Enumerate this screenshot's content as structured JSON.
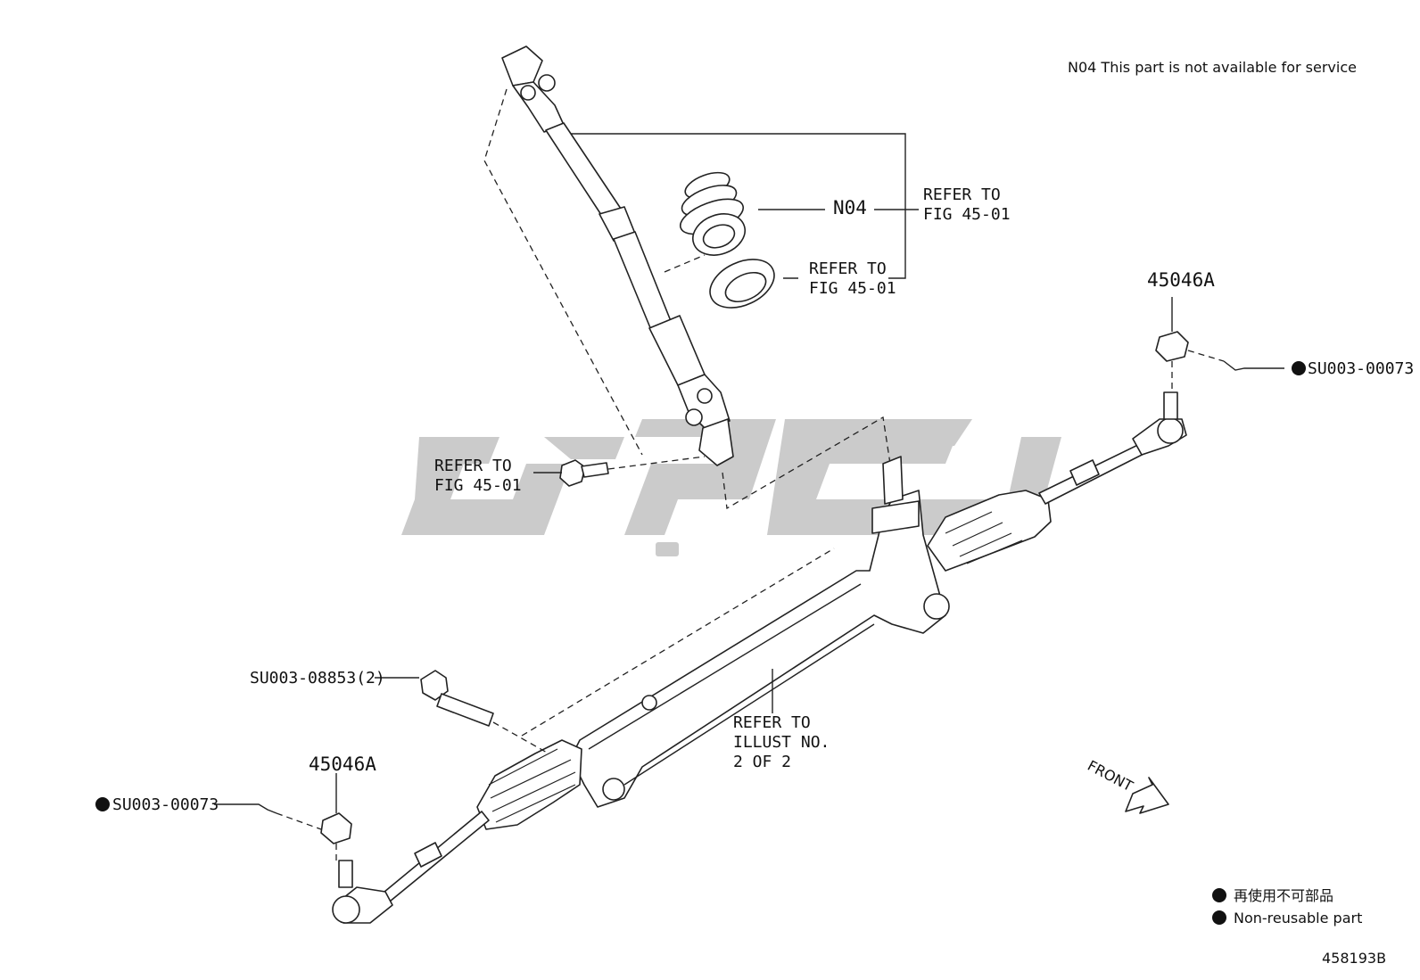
{
  "notes": {
    "n04_legend": "N04 This part is not available for service"
  },
  "callouts": {
    "n04": "N04",
    "refer_fig_upper_1": "REFER TO",
    "refer_fig_upper_2": "FIG 45-01",
    "refer_fig_mid_1": "REFER TO",
    "refer_fig_mid_2": "FIG 45-01",
    "refer_fig_left_1": "REFER TO",
    "refer_fig_left_2": "FIG 45-01",
    "nut_right": "45046A",
    "nut_left": "45046A",
    "cotter_right": "SU003-00073",
    "cotter_left": "SU003-00073",
    "bolt": "SU003-08853(2)",
    "refer_illust_1": "REFER TO",
    "refer_illust_2": "ILLUST NO.",
    "refer_illust_3": "2 OF 2",
    "front": "FRONT"
  },
  "legend": {
    "jp": "再使用不可部品",
    "en": "Non-reusable part"
  },
  "diagram_id": "458193B",
  "colors": {
    "watermark": "#c8c8c8",
    "ink": "#111111"
  }
}
